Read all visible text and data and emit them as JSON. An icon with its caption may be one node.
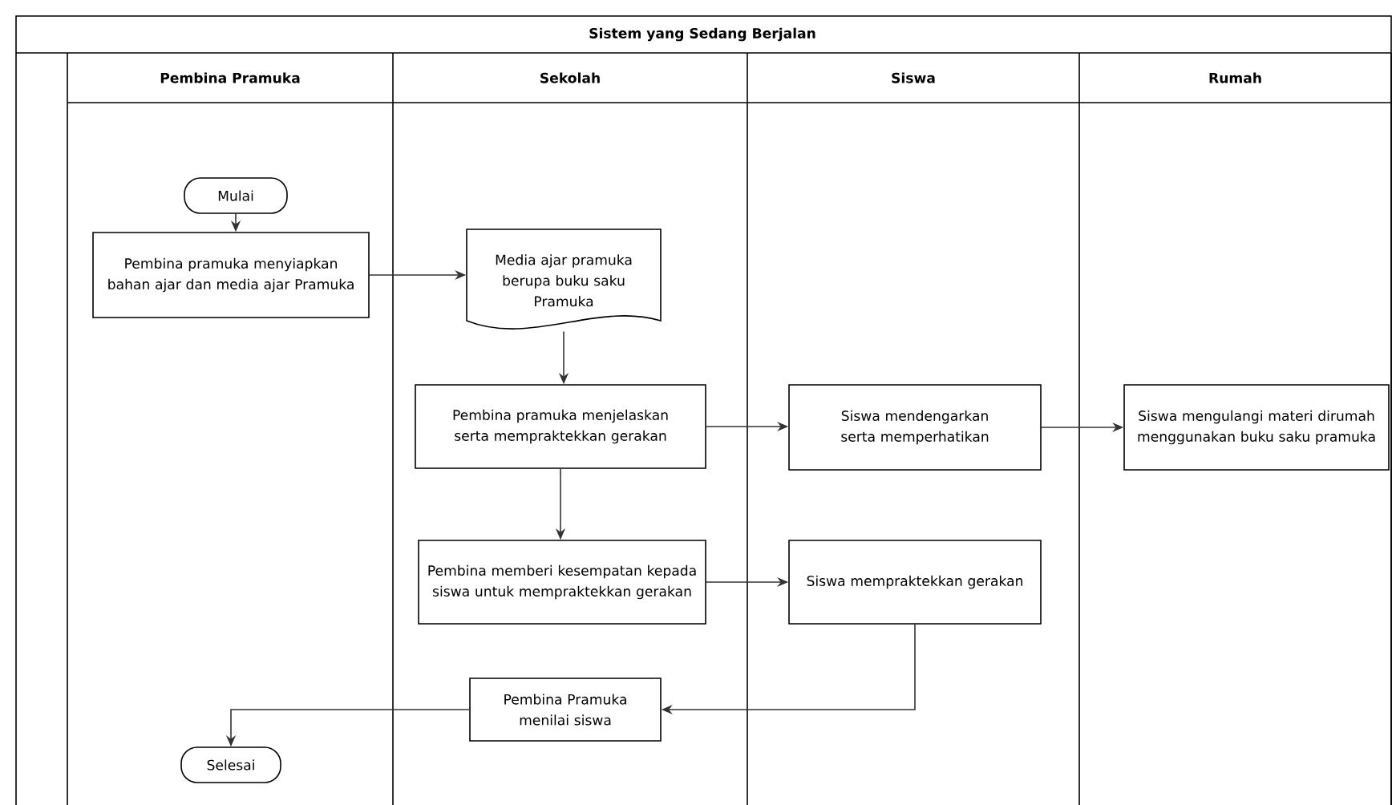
{
  "diagram": {
    "nodes": [
      {
        "text": [
          "Sistem yang Sedang Berjalan"
        ]
      },
      {
        "text": [
          "Pembina Pramuka"
        ],
        "in": 0
      },
      {
        "text": [
          "Sekolah"
        ],
        "in": 0
      },
      {
        "text": [
          "Siswa"
        ],
        "in": 0
      },
      {
        "text": [
          "Rumah"
        ],
        "in": 0
      },
      {
        "text": [
          "Mulai"
        ],
        "in": 1
      },
      {
        "text": [
          "Pembina pramuka menyiapkan bahan ajar dan media ajar Pramuka"
        ],
        "in": 1
      },
      {
        "text": [
          "Media ajar pramuka berupa buku saku Pramuka"
        ],
        "in": 2
      },
      {
        "text": [
          "Pembina pramuka menjelaskan serta mempraktekkan gerakan"
        ],
        "in": 2
      },
      {
        "text": [
          "Siswa mendengarkan serta memperhatikan"
        ],
        "in": 3
      },
      {
        "text": [
          "Siswa mengulangi materi dirumah menggunakan buku saku pramuka"
        ],
        "in": 4
      },
      {
        "text": [
          "Pembina memberi kesempatan kepada siswa untuk mempraktekkan gerakan"
        ],
        "in": 2
      },
      {
        "text": [
          "Siswa mempraktekkan gerakan"
        ],
        "in": 3
      },
      {
        "text": [
          "Pembina Pramuka menilai siswa"
        ],
        "in": 2
      },
      {
        "text": [
          "Selesai"
        ],
        "in": 1
      }
    ],
    "edges": [
      {
        "from": 5,
        "to": 6,
        "arrow": "to"
      },
      {
        "from": 6,
        "to": 7,
        "arrow": "to"
      },
      {
        "from": 7,
        "to": 8,
        "arrow": "to"
      },
      {
        "from": 8,
        "to": 9,
        "arrow": "to"
      },
      {
        "from": 9,
        "to": 10,
        "arrow": "to"
      },
      {
        "from": 8,
        "to": 11,
        "arrow": "to"
      },
      {
        "from": 11,
        "to": 12,
        "arrow": "to"
      },
      {
        "from": 12,
        "to": 13,
        "arrow": "to"
      },
      {
        "from": 13,
        "to": 14,
        "arrow": "to"
      }
    ]
  }
}
